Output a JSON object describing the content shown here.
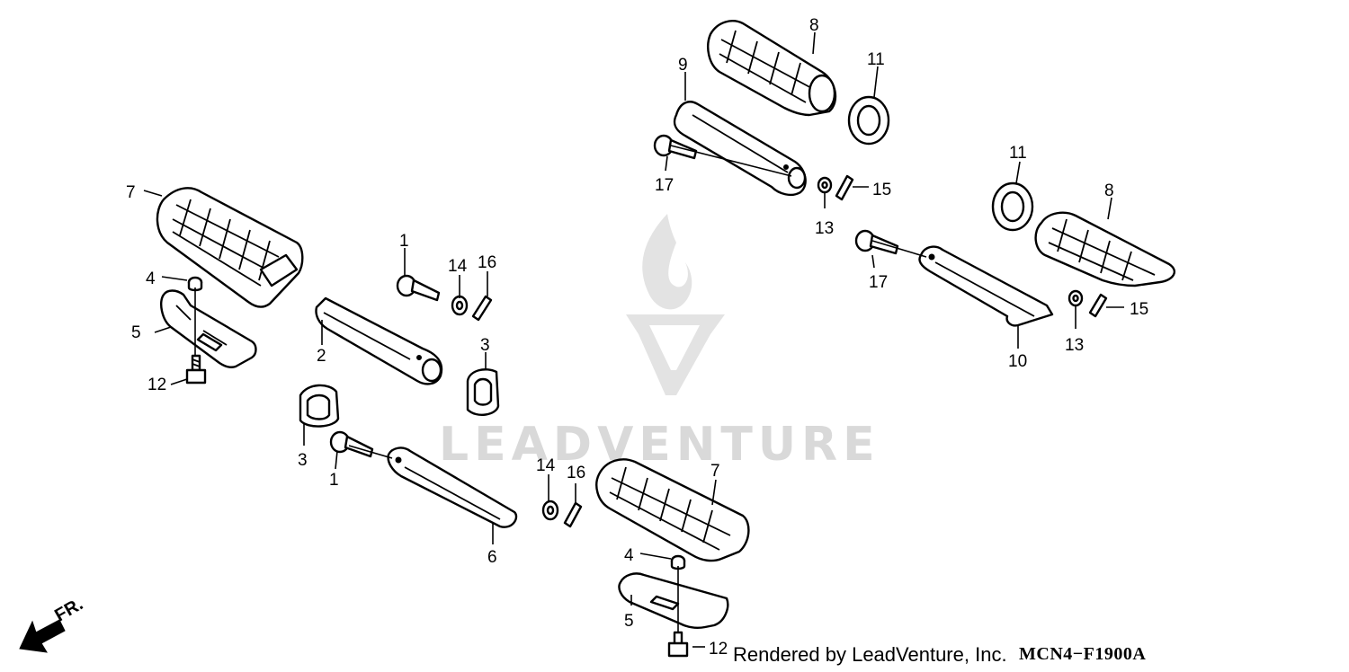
{
  "watermark": {
    "text": "LEADVENTURE"
  },
  "footer": {
    "render_credit": "Rendered by LeadVenture, Inc.",
    "diagram_code": "MCN4−F1900A"
  },
  "orientation": {
    "label": "FR."
  },
  "callouts": [
    "1",
    "1",
    "2",
    "3",
    "3",
    "4",
    "4",
    "5",
    "5",
    "6",
    "7",
    "7",
    "8",
    "8",
    "9",
    "10",
    "11",
    "11",
    "12",
    "12",
    "13",
    "13",
    "14",
    "14",
    "15",
    "15",
    "16",
    "16",
    "17",
    "17"
  ]
}
